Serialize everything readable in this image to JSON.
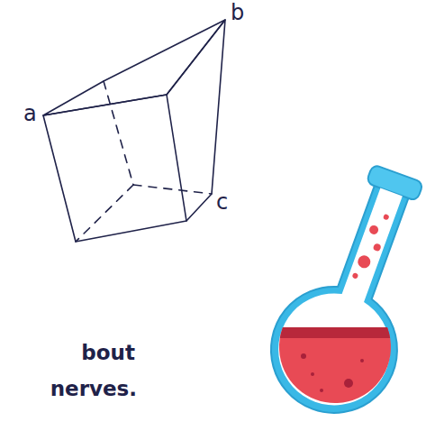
{
  "diagram": {
    "labels": [
      "a",
      "b",
      "c",
      "bout",
      "nerves."
    ]
  }
}
